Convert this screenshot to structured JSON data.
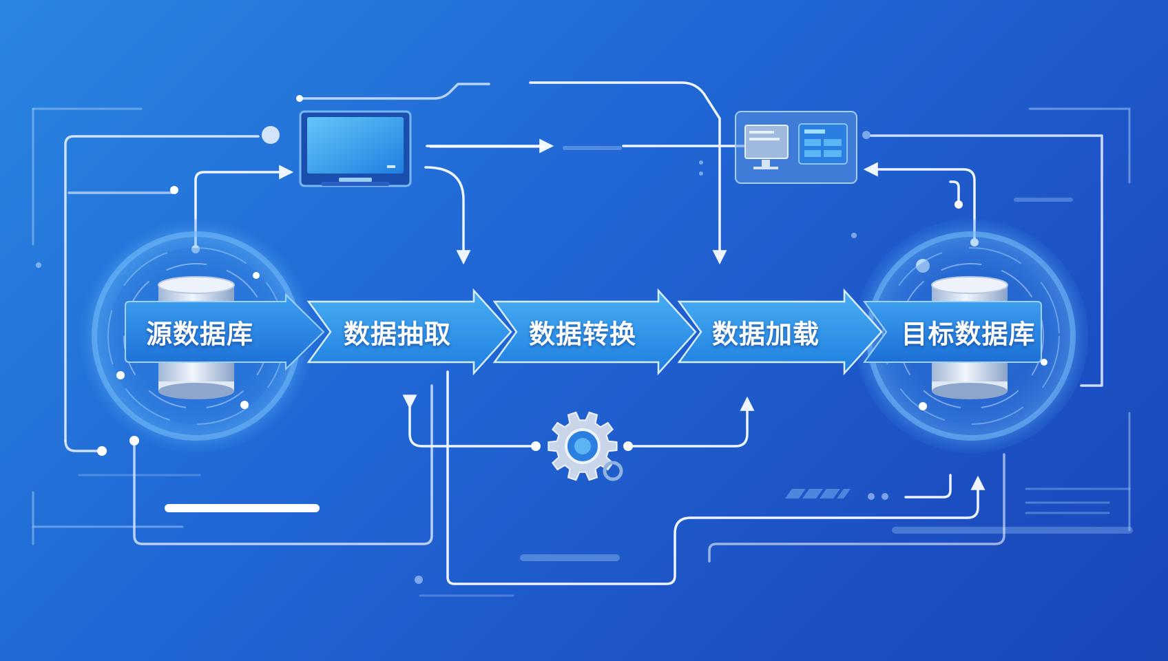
{
  "colors": {
    "background_top": "#2a86e0",
    "background_bottom": "#1a46b8",
    "arrow_fill": "#2d8fe6",
    "arrow_fill_light": "#41a8f0",
    "line": "#e8f2ff",
    "ring": "#4aa2f2"
  },
  "stages": [
    {
      "label": "源数据库",
      "icon": "database-icon"
    },
    {
      "label": "数据抽取",
      "icon": ""
    },
    {
      "label": "数据转换",
      "icon": ""
    },
    {
      "label": "数据加载",
      "icon": ""
    },
    {
      "label": "目标数据库",
      "icon": "database-icon"
    }
  ],
  "icons": {
    "monitor": "monitor-icon",
    "dashboard": "dashboard-icon",
    "gear": "gear-icon"
  }
}
